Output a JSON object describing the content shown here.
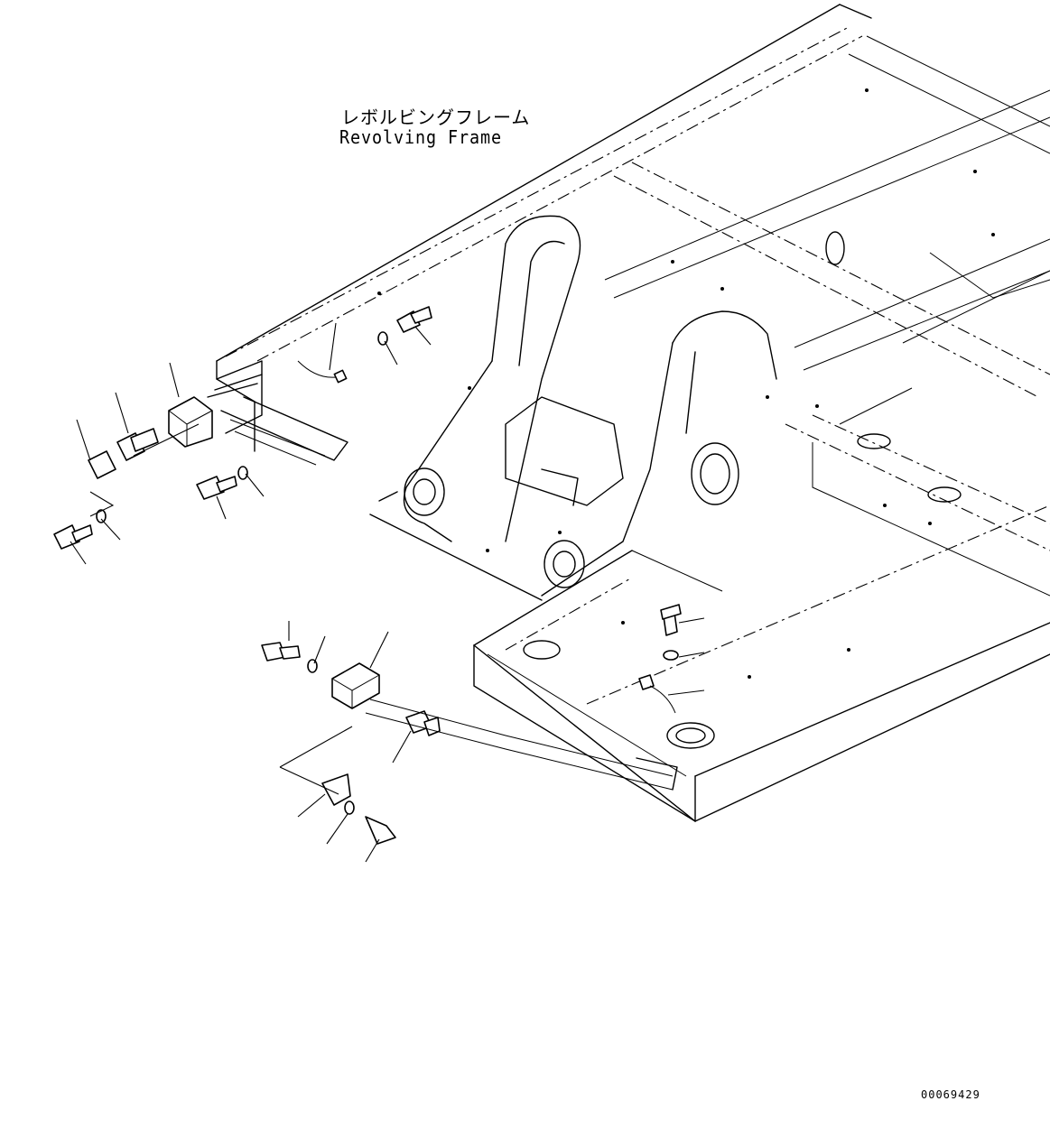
{
  "title": {
    "japanese": "レボルビングフレーム",
    "english": "Revolving Frame"
  },
  "drawing_number": "00069429"
}
